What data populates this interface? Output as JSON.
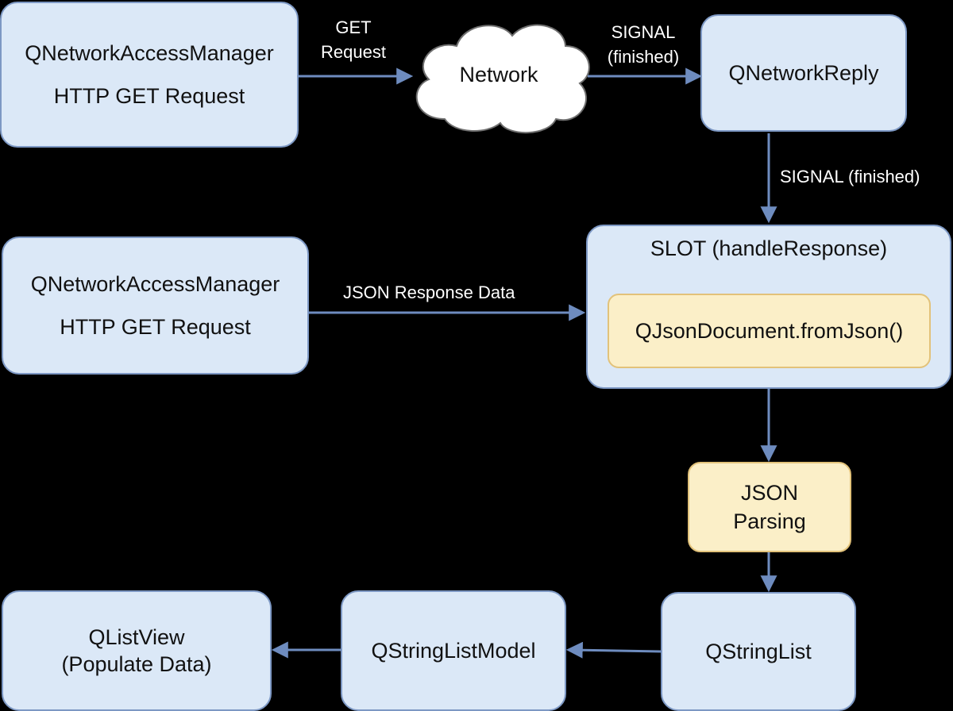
{
  "nodes": {
    "qnam_top": {
      "line1": "QNetworkAccessManager",
      "line2": "HTTP GET Request"
    },
    "network": {
      "label": "Network"
    },
    "qnetworkreply": {
      "label": "QNetworkReply"
    },
    "qnam_mid": {
      "line1": "QNetworkAccessManager",
      "line2": "HTTP GET Request"
    },
    "slot": {
      "label": "SLOT (handleResponse)",
      "inner": "QJsonDocument.fromJson()"
    },
    "json_parsing": {
      "line1": "JSON",
      "line2": "Parsing"
    },
    "qstringlist": {
      "label": "QStringList"
    },
    "qstringlistmodel": {
      "label": "QStringListModel"
    },
    "qlistview": {
      "line1": "QListView",
      "line2": "(Populate Data)"
    }
  },
  "edges": {
    "get_request": {
      "line1": "GET",
      "line2": "Request"
    },
    "signal_finished_1": {
      "line1": "SIGNAL",
      "line2": "(finished)"
    },
    "signal_finished_2": {
      "label": "SIGNAL (finished)"
    },
    "json_response": {
      "label": "JSON Response Data"
    }
  },
  "colors": {
    "background": "#000000",
    "node_fill": "#dbe8f7",
    "node_border": "#7d98c4",
    "highlight_fill": "#fbefc8",
    "highlight_border": "#e2c27a",
    "edge": "#6e8cbf",
    "edge_text": "#ffffff"
  }
}
